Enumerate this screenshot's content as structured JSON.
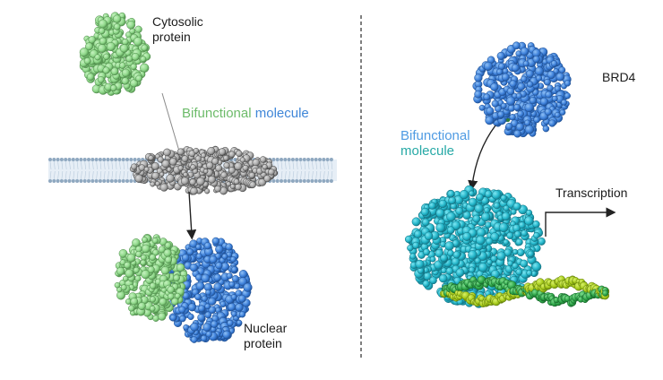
{
  "left_panel": {
    "cytosolic_label": [
      "Cytosolic",
      "protein"
    ],
    "bifunctional_label": {
      "part1": "Bifunctional",
      "part2": "molecule"
    },
    "nuclear_label": [
      "Nuclear",
      "protein"
    ]
  },
  "right_panel": {
    "brd4_label": "BRD4",
    "bifunctional_label": {
      "part1": "Bifunctional",
      "part2": "molecule"
    },
    "transcription_label": "Transcription"
  },
  "colors": {
    "cytosolic_protein": "#8fd88a",
    "nuclear_protein": "#3d80da",
    "membrane_protein": "#a9a9a9",
    "membrane_heads": "#8fa8c0",
    "brd4": "#3d84dc",
    "rna_pol": "#22b5c9",
    "dna_a": "#a8cc1c",
    "dna_b": "#2fa84a",
    "label_green": "#6dbb6a",
    "label_blue": "#3f86d8",
    "label_teal": "#27a9a6"
  }
}
